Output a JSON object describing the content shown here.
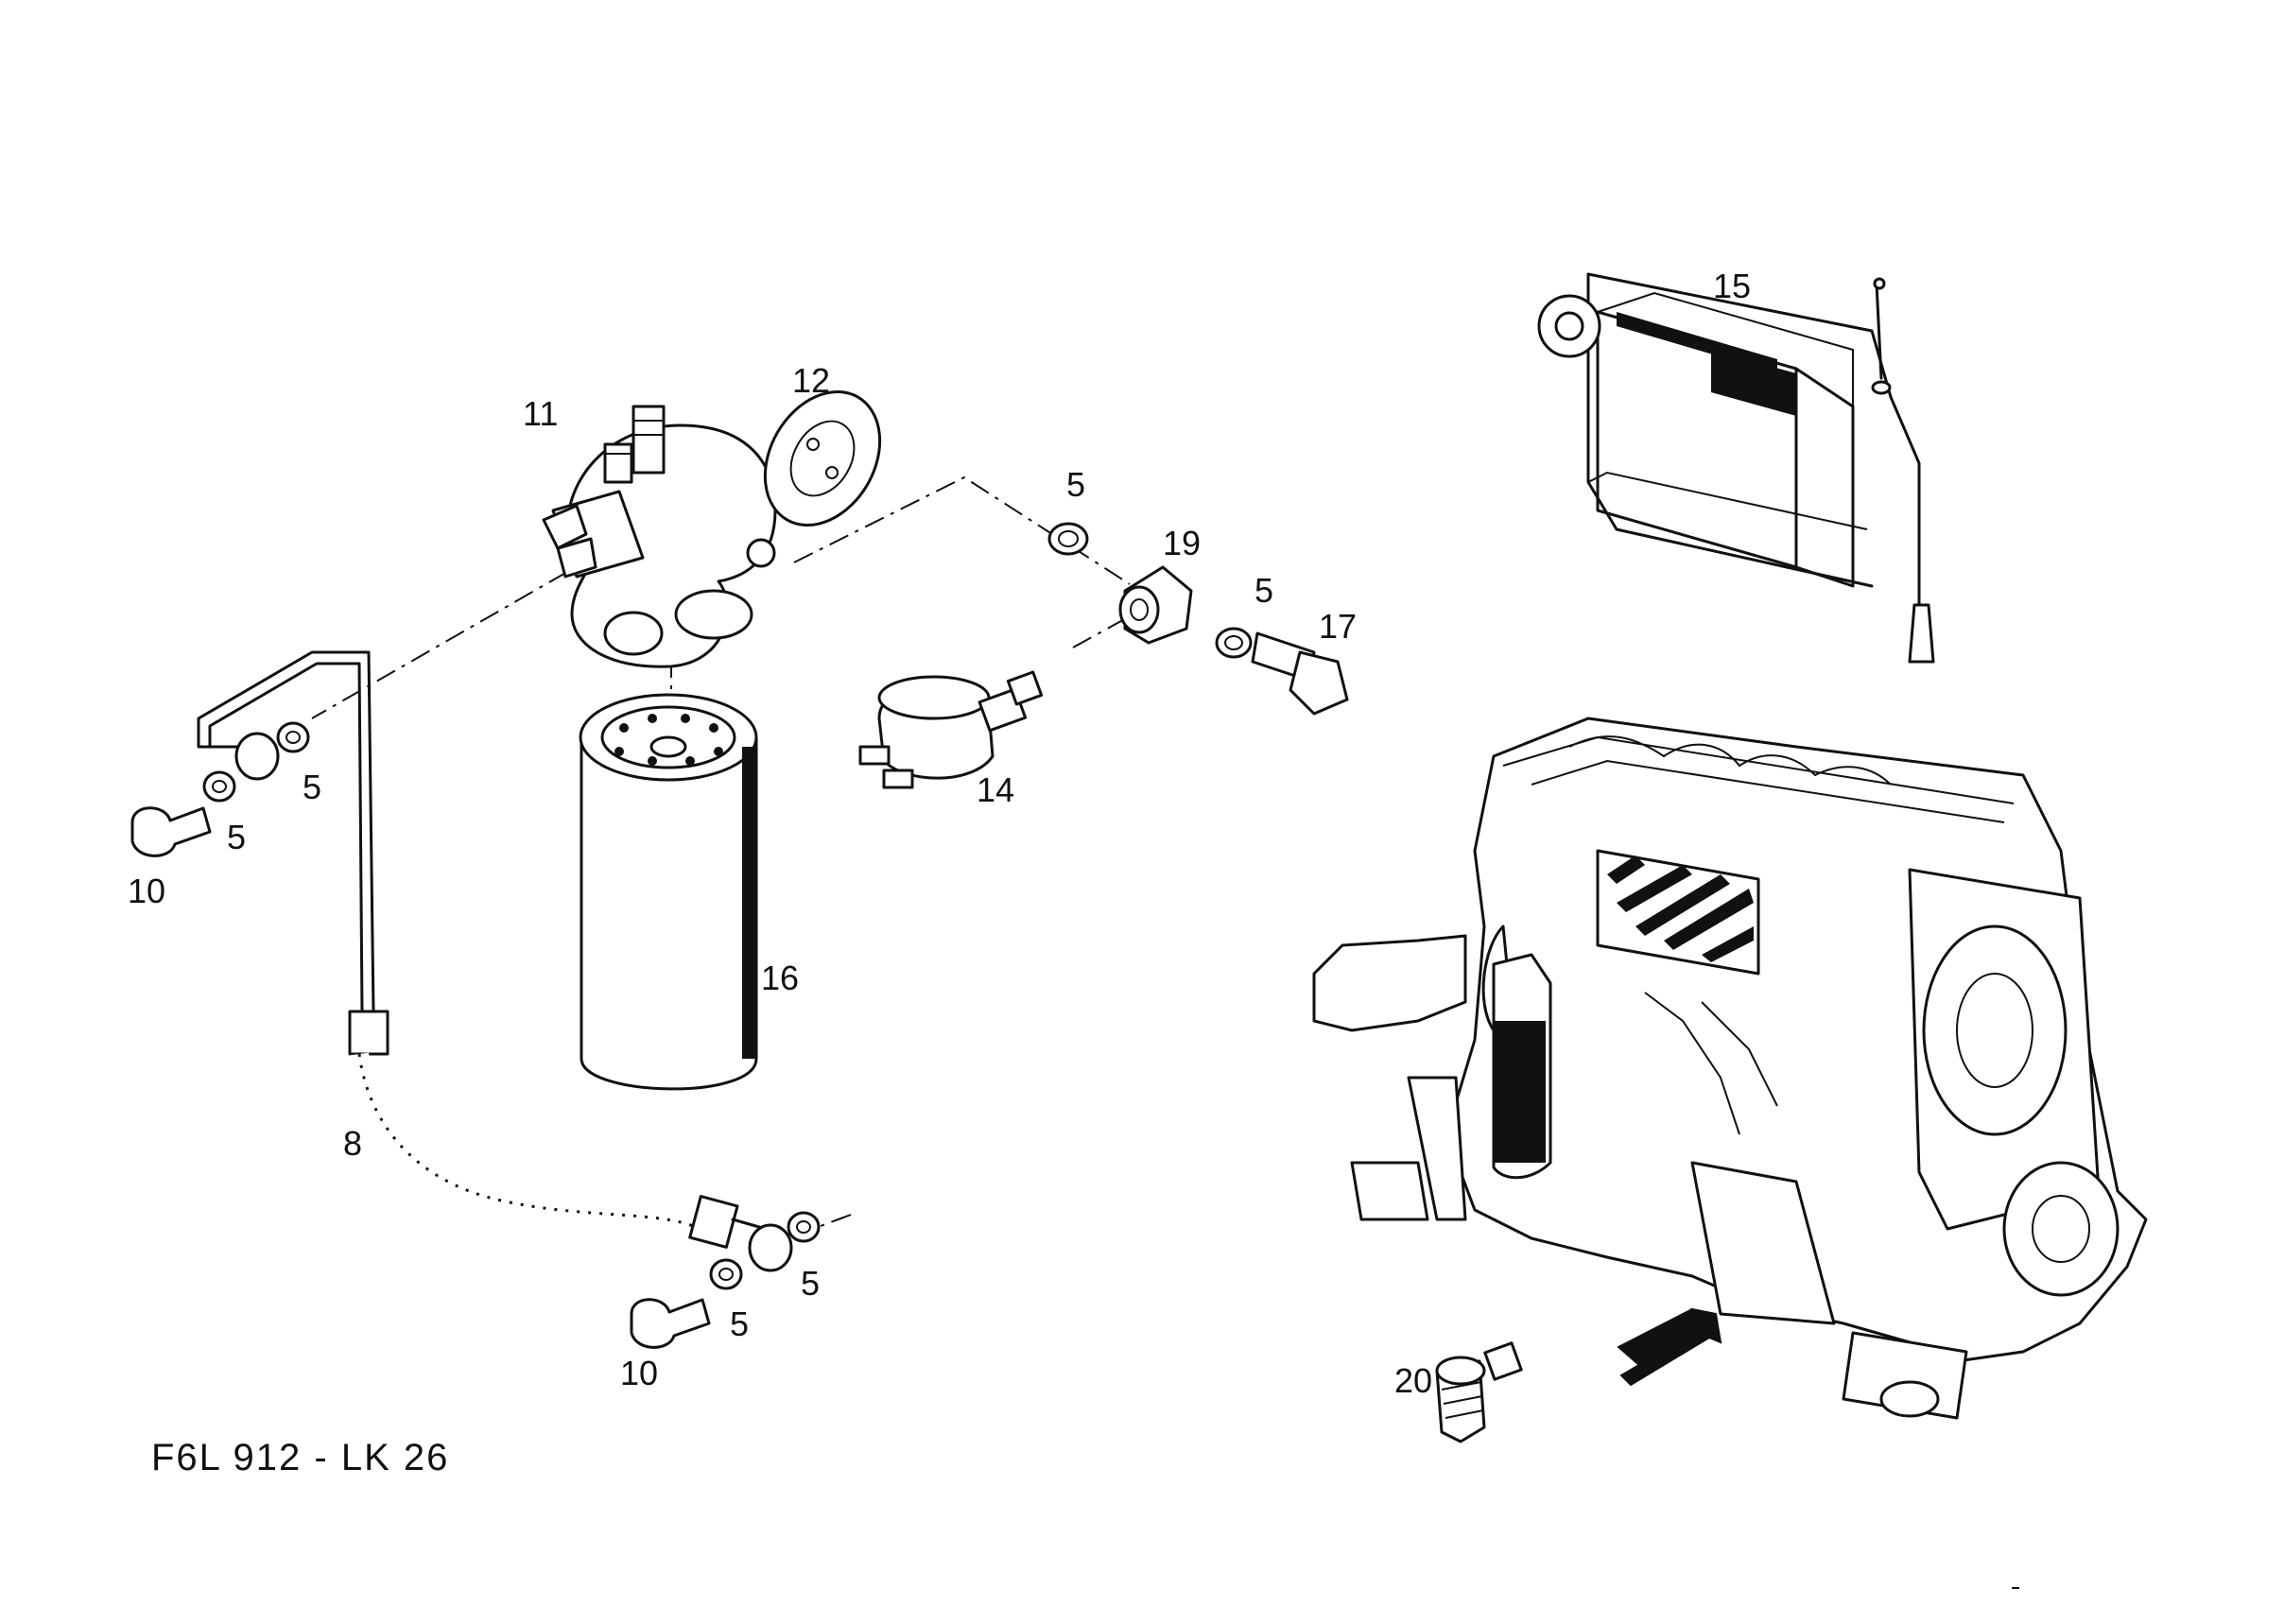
{
  "title": "F6L 912 - LK 26",
  "parts": {
    "p5a": "5",
    "p5b": "5",
    "p5c": "5",
    "p5d": "5",
    "p5e": "5",
    "p5f": "5",
    "p8": "8",
    "p10a": "10",
    "p10b": "10",
    "p11": "11",
    "p12": "12",
    "p14": "14",
    "p15": "15",
    "p16": "16",
    "p17": "17",
    "p19": "19",
    "p20": "20"
  },
  "colors": {
    "ink": "#111111",
    "paper": "#ffffff"
  },
  "icons": {
    "pointer": "arrow-right-up-icon"
  }
}
